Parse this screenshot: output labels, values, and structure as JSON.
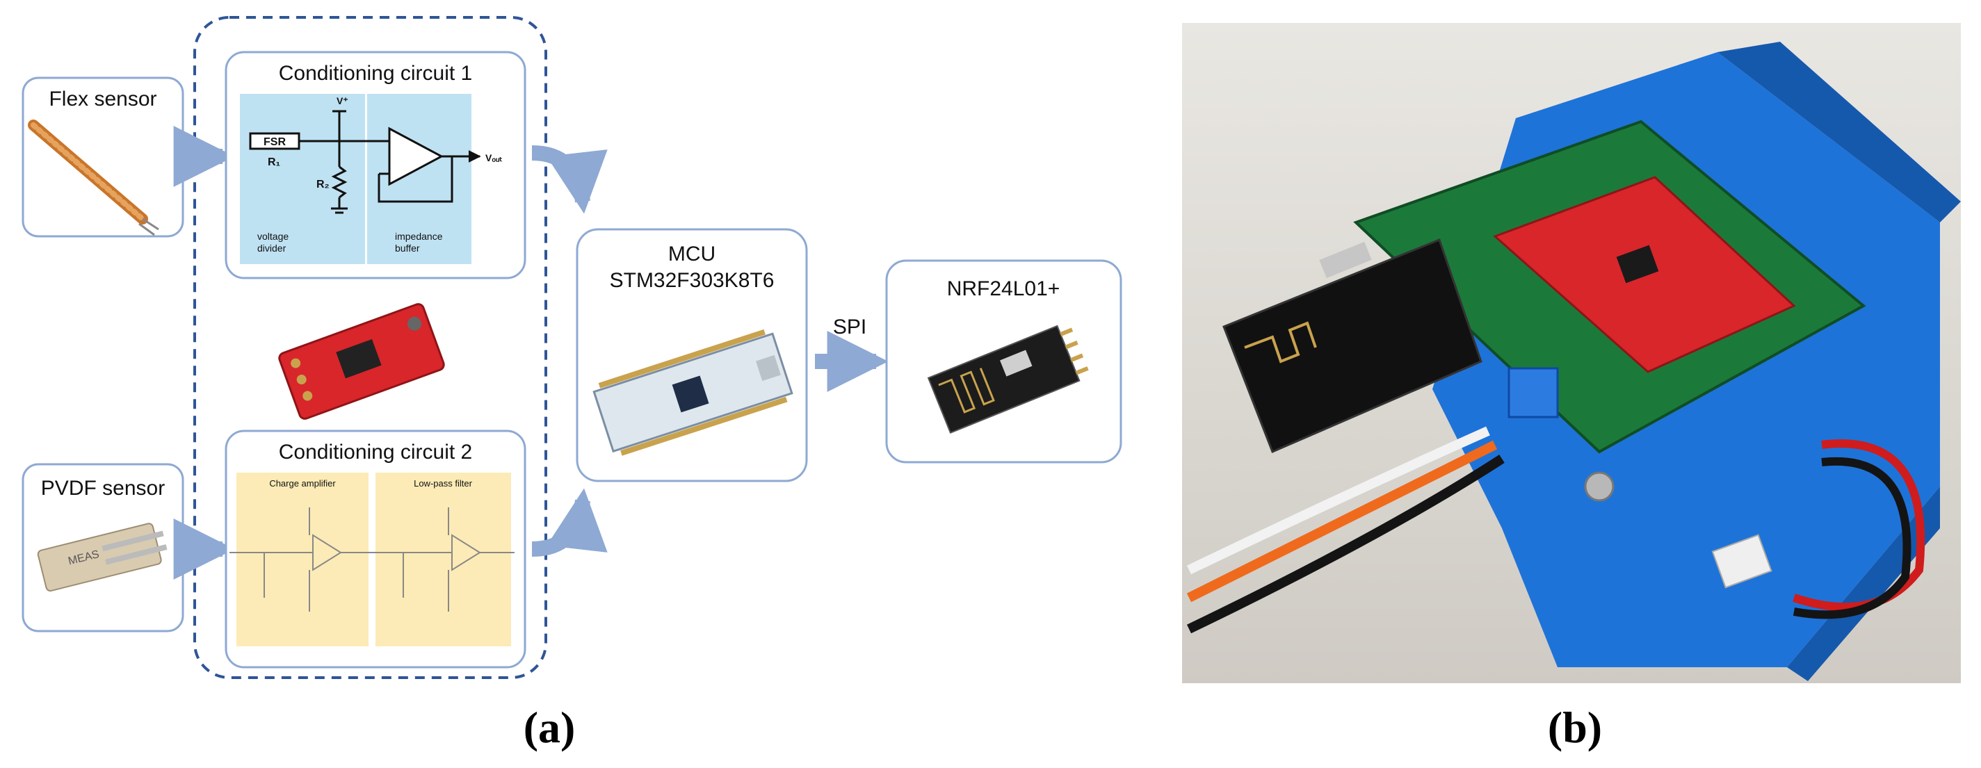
{
  "panel_a": {
    "caption": "(a)",
    "flex_sensor": {
      "label": "Flex sensor"
    },
    "pvdf_sensor": {
      "label": "PVDF sensor",
      "chip_text": "MEAS"
    },
    "conditioning_1": {
      "title": "Conditioning circuit 1",
      "fsr_label": "FSR",
      "r1_label": "R₁",
      "r2_label": "R₂",
      "vplus_label": "V⁺",
      "vout_label": "Vₒᵤₜ",
      "voltage_divider_label": "voltage\ndivider",
      "impedance_buffer_label": "impedance\nbuffer"
    },
    "conditioning_2": {
      "title": "Conditioning circuit 2",
      "charge_amplifier_label": "Charge amplifier",
      "low_pass_filter_label": "Low-pass filter"
    },
    "mcu": {
      "line1": "MCU",
      "line2": "STM32F303K8T6"
    },
    "link_label": "SPI",
    "radio": {
      "label": "NRF24L01+"
    }
  },
  "panel_b": {
    "caption": "(b)"
  },
  "colors": {
    "arrow": "#8ea9d3",
    "dashed_border": "#2f5597",
    "circuit1_bg": "#bfe2f3",
    "circuit2_bg": "#fcebb6",
    "red_board": "#d8262b",
    "blue_holder": "#1e73d8",
    "pcb_green": "#1b7a3a"
  }
}
